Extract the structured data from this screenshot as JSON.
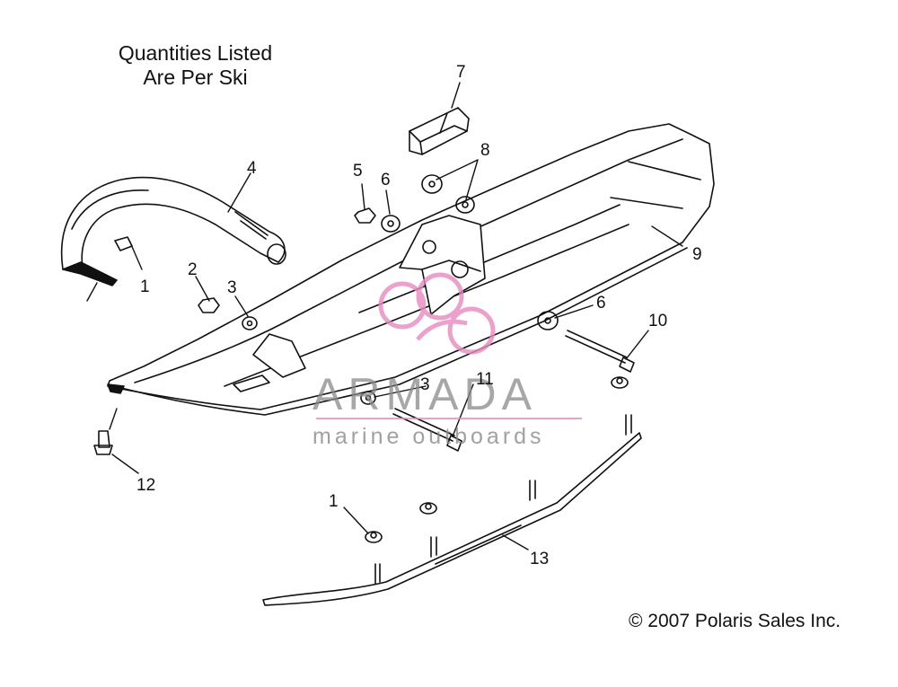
{
  "note": {
    "line1": "Quantities Listed",
    "line2": "Are Per Ski"
  },
  "copyright": "© 2007 Polaris Sales Inc.",
  "watermark": {
    "title": "ARMADA",
    "subtitle": "marine outboards",
    "accent_color": "#e58cc0"
  },
  "callouts": {
    "c1a": "1",
    "c1b": "1",
    "c2": "2",
    "c3a": "3",
    "c3b": "3",
    "c4": "4",
    "c5": "5",
    "c6a": "6",
    "c6b": "6",
    "c7": "7",
    "c8": "8",
    "c9": "9",
    "c10": "10",
    "c11": "11",
    "c12": "12",
    "c13": "13"
  }
}
